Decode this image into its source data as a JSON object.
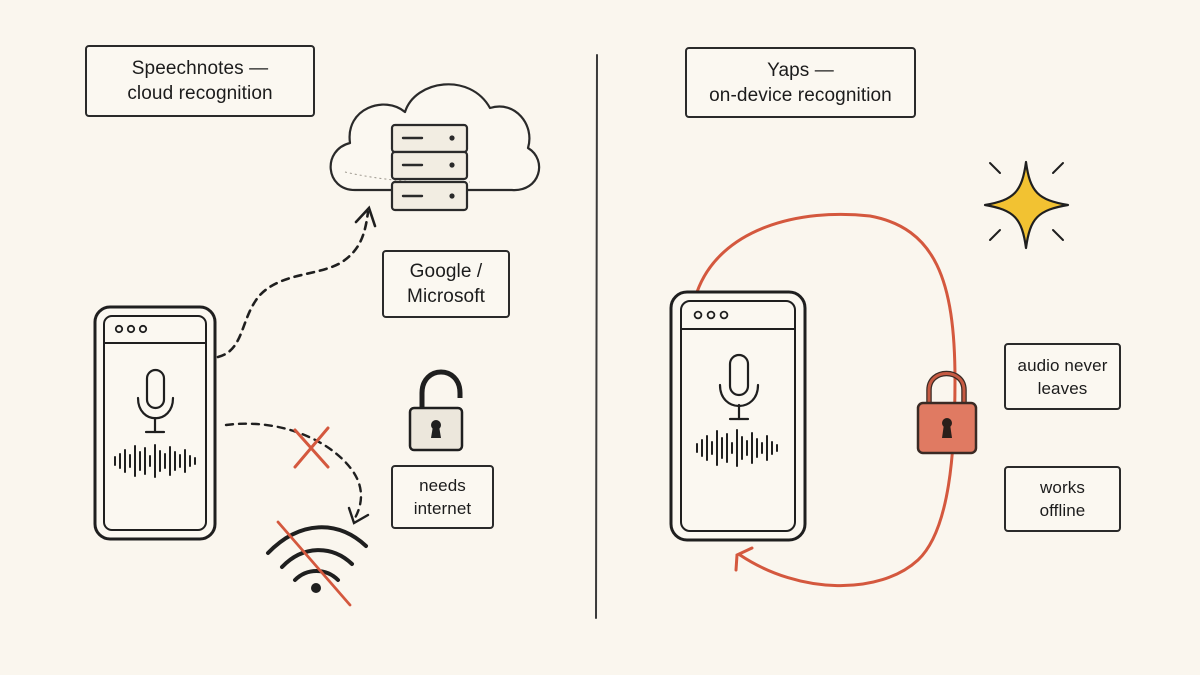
{
  "left": {
    "title": {
      "line1": "Speechnotes —",
      "line2": "cloud recognition"
    },
    "provider": {
      "line1": "Google /",
      "line2": "Microsoft"
    },
    "requirement": {
      "line1": "needs",
      "line2": "internet"
    }
  },
  "right": {
    "title": {
      "line1": "Yaps —",
      "line2": "on-device recognition"
    },
    "privacy": {
      "line1": "audio never",
      "line2": "leaves"
    },
    "offline": {
      "line1": "works",
      "line2": "offline"
    }
  },
  "icons": [
    "cloud-server-icon",
    "phone-icon",
    "microphone-icon",
    "waveform-icon",
    "unlocked-padlock-icon",
    "locked-padlock-icon",
    "wifi-off-icon",
    "x-mark-icon",
    "sparkle-icon"
  ],
  "colors": {
    "background": "#faf6ee",
    "ink": "#1c1c1c",
    "accent_red": "#d4583e",
    "sparkle_yellow": "#f2c232",
    "padlock_red": "#e07a62"
  }
}
